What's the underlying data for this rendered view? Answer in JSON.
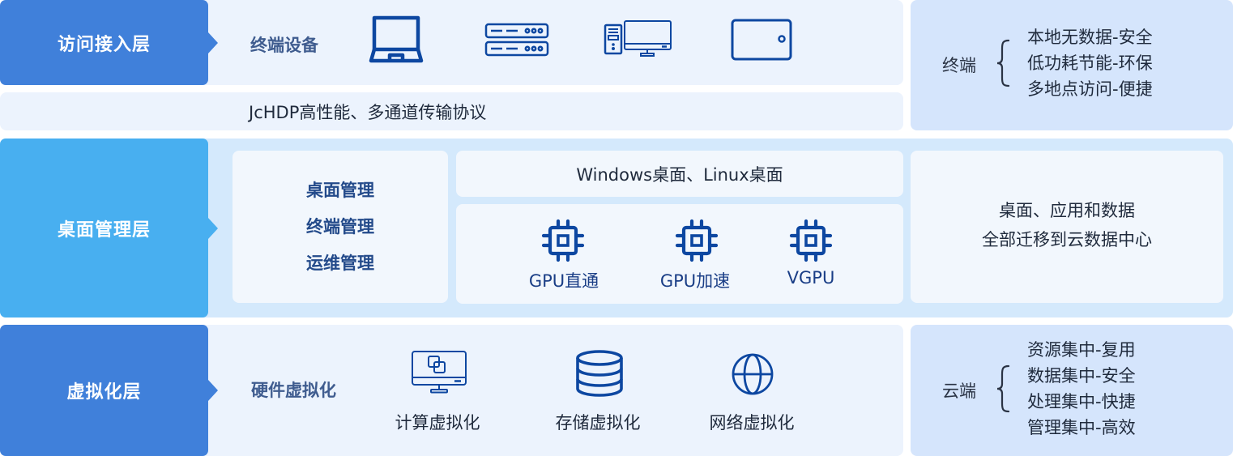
{
  "layers": {
    "access": {
      "label": "访问接入层",
      "section_title": "终端设备",
      "devices": [
        {
          "icon": "laptop-icon"
        },
        {
          "icon": "server-icon"
        },
        {
          "icon": "desktop-pc-icon"
        },
        {
          "icon": "tablet-icon"
        }
      ],
      "protocol": "JcHDP高性能、多通道传输协议"
    },
    "desktop": {
      "label": "桌面管理层",
      "management": [
        "桌面管理",
        "终端管理",
        "运维管理"
      ],
      "desktops": "Windows桌面、Linux桌面",
      "gpu_items": [
        {
          "icon": "chip-icon",
          "label": "GPU直通"
        },
        {
          "icon": "chip-icon",
          "label": "GPU加速"
        },
        {
          "icon": "chip-icon",
          "label": "VGPU"
        }
      ],
      "summary": [
        "桌面、应用和数据",
        "全部迁移到云数据中心"
      ]
    },
    "virtualization": {
      "label": "虚拟化层",
      "section_title": "硬件虚拟化",
      "items": [
        {
          "icon": "virtual-machine-icon",
          "label": "计算虚拟化"
        },
        {
          "icon": "database-icon",
          "label": "存储虚拟化"
        },
        {
          "icon": "globe-icon",
          "label": "网络虚拟化"
        }
      ]
    }
  },
  "sides": {
    "terminal": {
      "key": "终端",
      "items": [
        "本地无数据-安全",
        "低功耗节能-环保",
        "多地点访问-便捷"
      ]
    },
    "cloud": {
      "key": "云端",
      "items": [
        "资源集中-复用",
        "数据集中-安全",
        "处理集中-快捷",
        "管理集中-高效"
      ]
    }
  },
  "colors": {
    "layer_dark": "#4080da",
    "layer_light": "#48aff0",
    "icon": "#0d47a1"
  }
}
